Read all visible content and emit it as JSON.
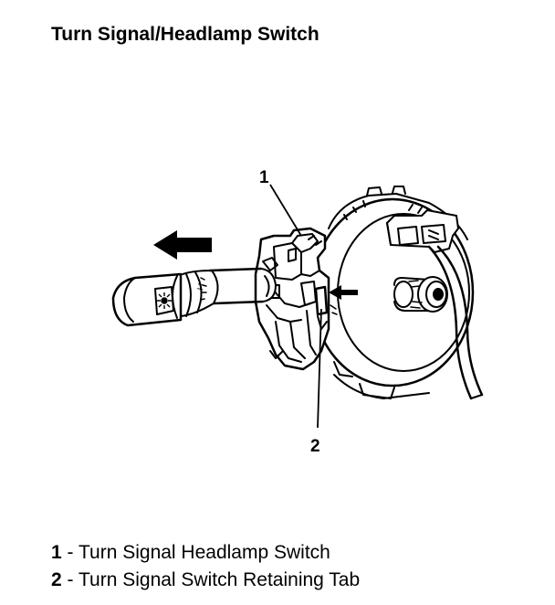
{
  "title": "Turn Signal/Headlamp Switch",
  "callouts": [
    {
      "number": "1"
    },
    {
      "number": "2"
    }
  ],
  "legend": [
    {
      "number": "1",
      "separator": " - ",
      "text": "Turn Signal Headlamp Switch"
    },
    {
      "number": "2",
      "separator": " - ",
      "text": "Turn Signal Switch Retaining Tab"
    }
  ],
  "icons": {
    "arrow_left": "arrow-left-icon",
    "arrow_pointer": "arrow-pointer-icon",
    "headlamp_symbol": "headlamp-symbol-icon"
  },
  "colors": {
    "ink": "#000000",
    "background": "#ffffff"
  }
}
